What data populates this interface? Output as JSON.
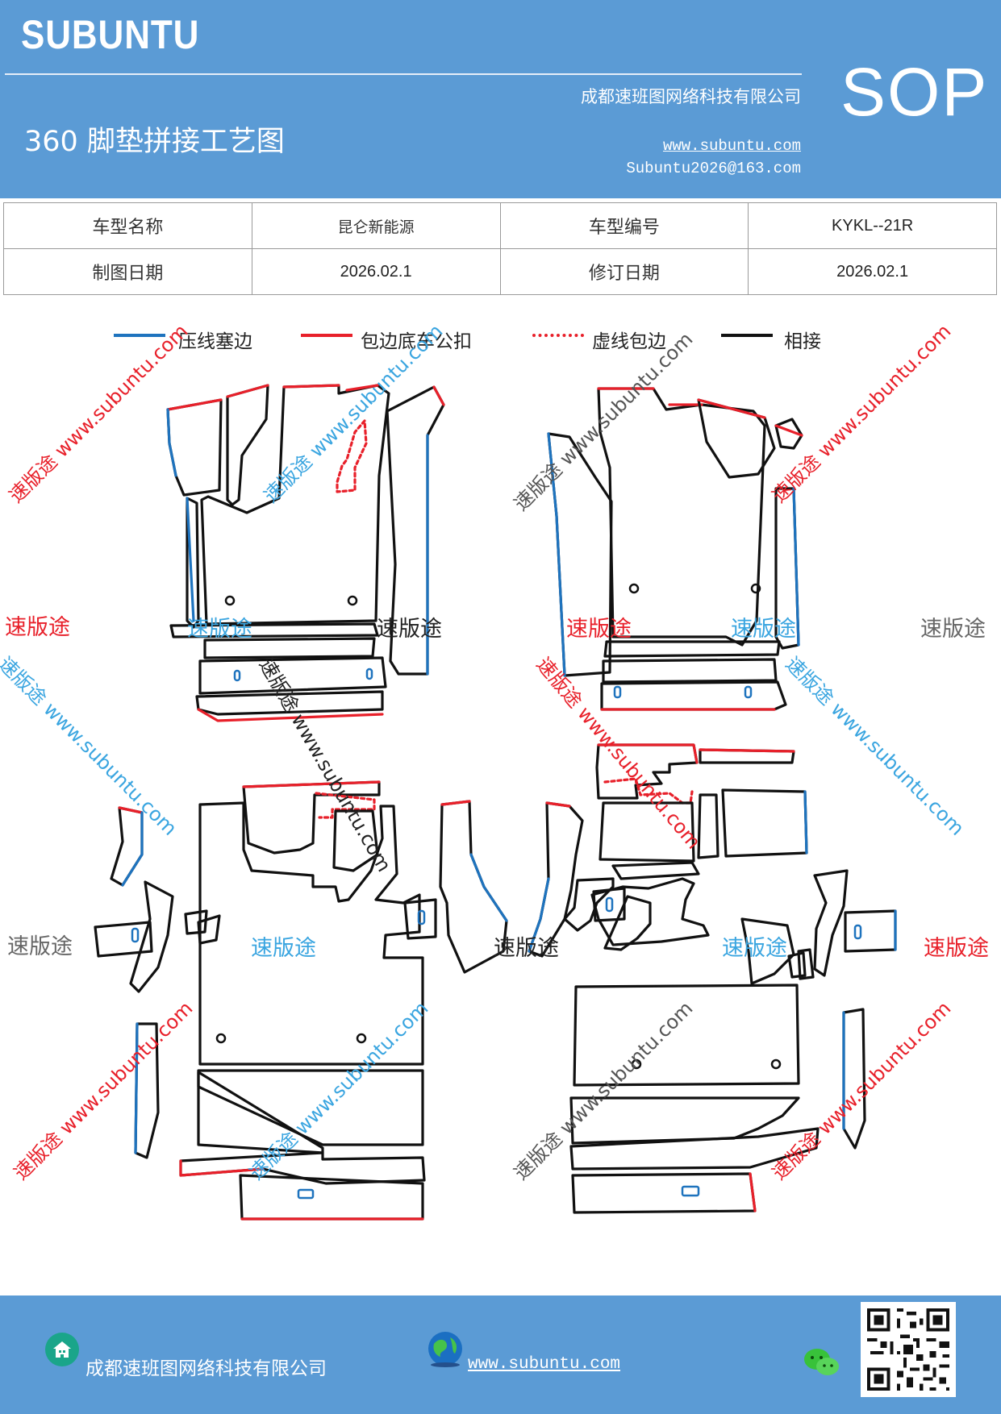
{
  "header": {
    "brand": "SUBUNTU",
    "title": "360 脚垫拼接工艺图",
    "company": "成都速班图网络科技有限公司",
    "website": "www.subuntu.com",
    "email": "Subuntu2026@163.com",
    "badge": "SOP"
  },
  "info_table": {
    "rows": [
      {
        "label1": "车型名称",
        "value1": "昆仑新能源",
        "label2": "车型编号",
        "value2": "KYKL--21R"
      },
      {
        "label1": "制图日期",
        "value1": "2026.02.1",
        "label2": "修订日期",
        "value2": "2026.02.1"
      }
    ]
  },
  "legend": [
    {
      "label": "压线塞边",
      "color": "#1e73be",
      "style": "solid"
    },
    {
      "label": "包边底车公扣",
      "color": "#e8202a",
      "style": "solid"
    },
    {
      "label": "虚线包边",
      "color": "#e8202a",
      "style": "dotted"
    },
    {
      "label": "相接",
      "color": "#111111",
      "style": "solid"
    }
  ],
  "watermarks": {
    "brand_cn": "速版途",
    "url": "www.subuntu.com",
    "colors": {
      "red": "#e8202a",
      "blue": "#3aa5e0",
      "gray": "#666666"
    }
  },
  "footer": {
    "company": "成都速班图网络科技有限公司",
    "website": "www.subuntu.com ",
    "icons": [
      "building-icon",
      "globe-icon",
      "wechat-icon",
      "qr-code"
    ]
  }
}
